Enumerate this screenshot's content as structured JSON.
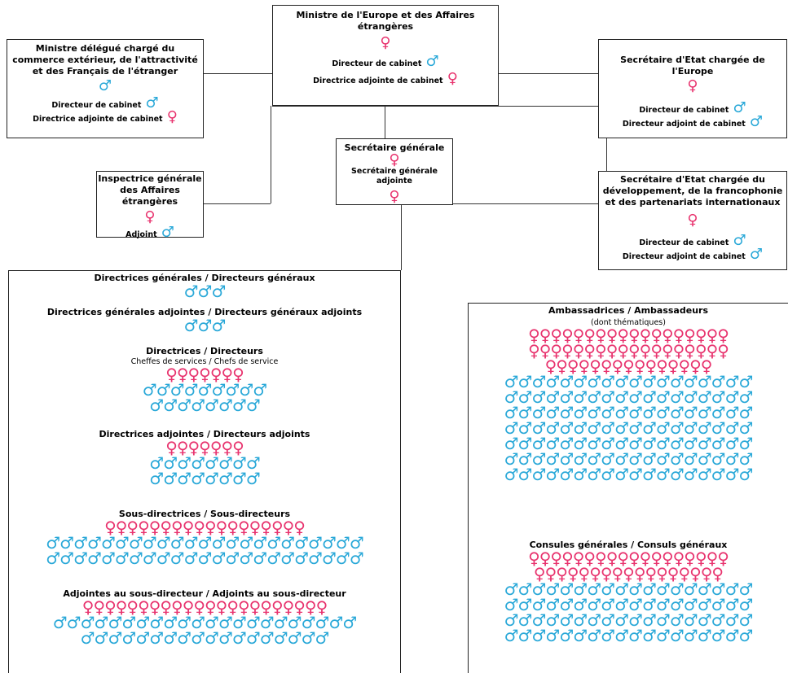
{
  "symbols": {
    "female": "♀",
    "male": "♂"
  },
  "colors": {
    "female": "#e8336e",
    "male": "#29a8d8"
  },
  "top": {
    "minister": {
      "title": "Ministre de l'Europe et des Affaires étrangères",
      "directeur": "Directeur de cabinet",
      "directrice_adj": "Directrice adjointe de cabinet"
    },
    "delegate": {
      "title": "Ministre délégué chargé du commerce extérieur, de l'attractivité et des Français de l'étranger",
      "directeur": "Directeur de cabinet",
      "directrice_adj": "Directrice adjointe de cabinet"
    },
    "sec_europe": {
      "title": "Secrétaire d'Etat chargée de l'Europe",
      "directeur": "Directeur de cabinet",
      "directeur_adj": "Directeur adjoint de cabinet"
    },
    "sec_generale": {
      "title": "Secrétaire générale",
      "adjointe": "Secrétaire générale adjointe"
    },
    "inspectrice": {
      "title": "Inspectrice générale des Affaires étrangères",
      "adjoint": "Adjoint"
    },
    "sec_dev": {
      "title": "Secrétaire d'Etat chargée du développement, de la francophonie et des partenariats internationaux",
      "directeur": "Directeur de cabinet",
      "directeur_adj": "Directeur adjoint de cabinet"
    }
  },
  "left_panel": {
    "dg": {
      "title": "Directrices générales / Directeurs généraux",
      "female": 0,
      "male": 3
    },
    "dga": {
      "title": "Directrices générales adjointes / Directeurs généraux adjoints",
      "female": 0,
      "male": 3
    },
    "dir": {
      "title": "Directrices / Directeurs",
      "subtitle": "Cheffes de services / Chefs de service",
      "female": 7,
      "male": 17
    },
    "dira": {
      "title": "Directrices adjointes / Directeurs adjoints",
      "female": 7,
      "male": 16
    },
    "sd": {
      "title": "Sous-directrices / Sous-directeurs",
      "female": 18,
      "male": 46
    },
    "asd": {
      "title": "Adjointes au sous-directeur / Adjoints au sous-directeur",
      "female": 22,
      "male": 40
    }
  },
  "right_panel": {
    "amb": {
      "title": "Ambassadrices / Ambassadeurs",
      "subtitle": "(dont thématiques)",
      "female": 51,
      "male": 126
    },
    "cg": {
      "title": "Consules générales / Consuls généraux",
      "female": 35,
      "male": 72
    }
  }
}
